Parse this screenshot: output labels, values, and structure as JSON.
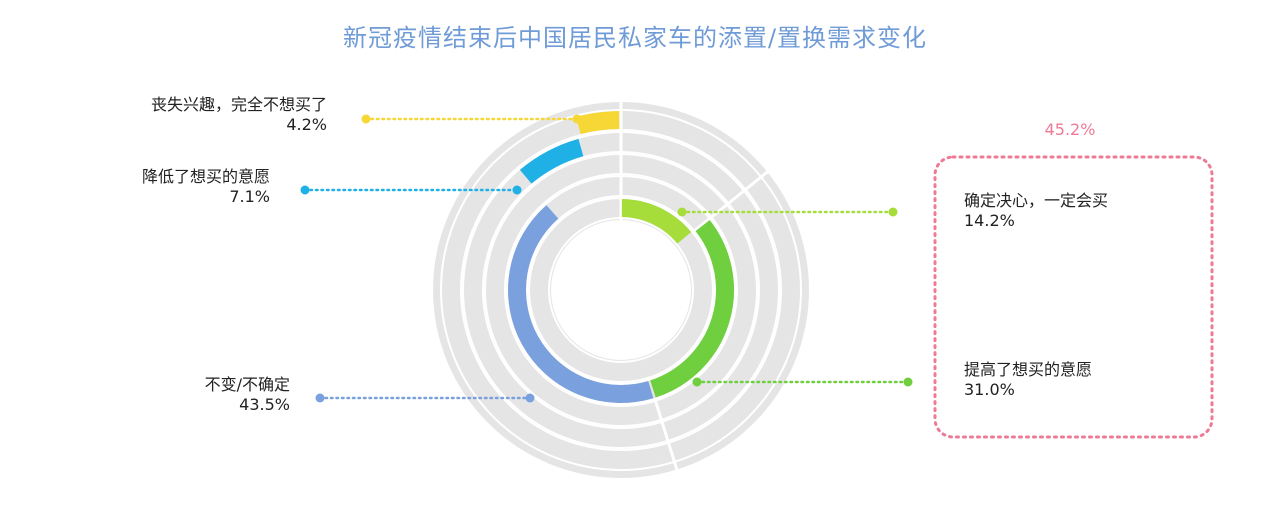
{
  "chart_data": {
    "type": "pie",
    "title": "新冠疫情结束后中国居民私家车的添置/置换需求变化",
    "series": [
      {
        "name": "丧失兴趣，完全不想买了",
        "value": 4.2,
        "label": "4.2%",
        "color": "#f6d736"
      },
      {
        "name": "降低了想买的意愿",
        "value": 7.1,
        "label": "7.1%",
        "color": "#1fb1e6"
      },
      {
        "name": "不变/不确定",
        "value": 43.5,
        "label": "43.5%",
        "color": "#7aa1de"
      },
      {
        "name": "确定决心，一定会买",
        "value": 14.2,
        "label": "14.2%",
        "color": "#a6dd3b"
      },
      {
        "name": "提高了想买的意愿",
        "value": 31.0,
        "label": "31.0%",
        "color": "#6fcf3f"
      }
    ],
    "group_total": {
      "label": "45.2%",
      "members": [
        "确定决心，一定会买",
        "提高了想买的意愿"
      ],
      "color": "#ef7a96"
    }
  },
  "colors": {
    "title": "#6f9bd7",
    "track": "#e6e5e6",
    "group_border": "#ef7a96"
  }
}
